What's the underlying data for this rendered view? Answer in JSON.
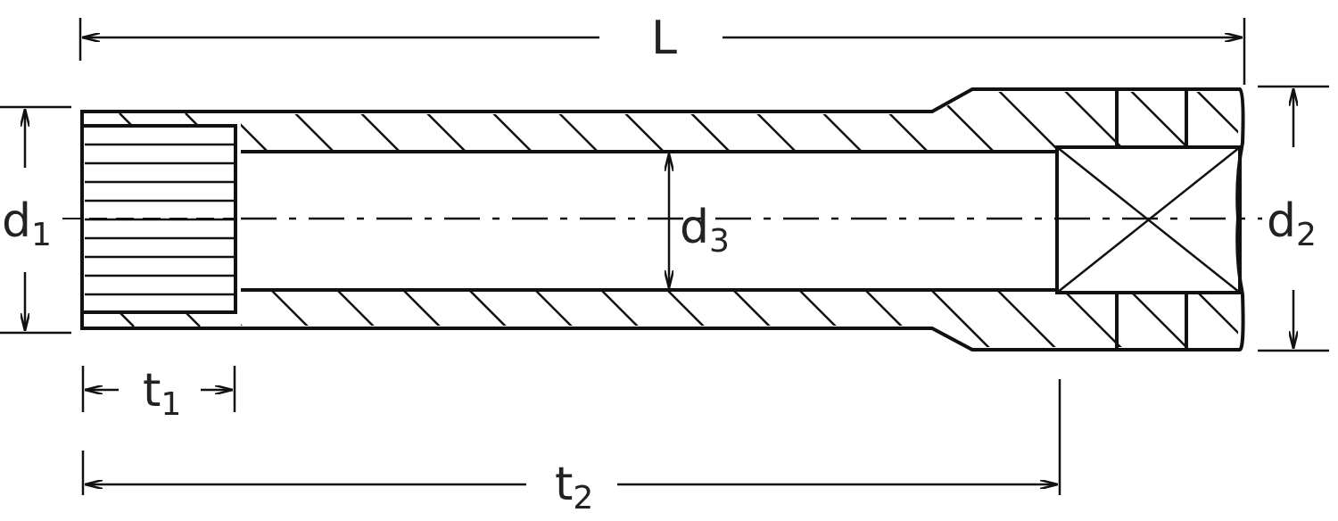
{
  "drawing": {
    "dimensions": {
      "L": {
        "text": "L",
        "sub": ""
      },
      "d1": {
        "text": "d",
        "sub": "1"
      },
      "d2": {
        "text": "d",
        "sub": "2"
      },
      "d3": {
        "text": "d",
        "sub": "3"
      },
      "t1": {
        "text": "t",
        "sub": "1"
      },
      "t2": {
        "text": "t",
        "sub": "2"
      }
    },
    "colors": {
      "line": "#111111",
      "background": "#ffffff"
    }
  }
}
